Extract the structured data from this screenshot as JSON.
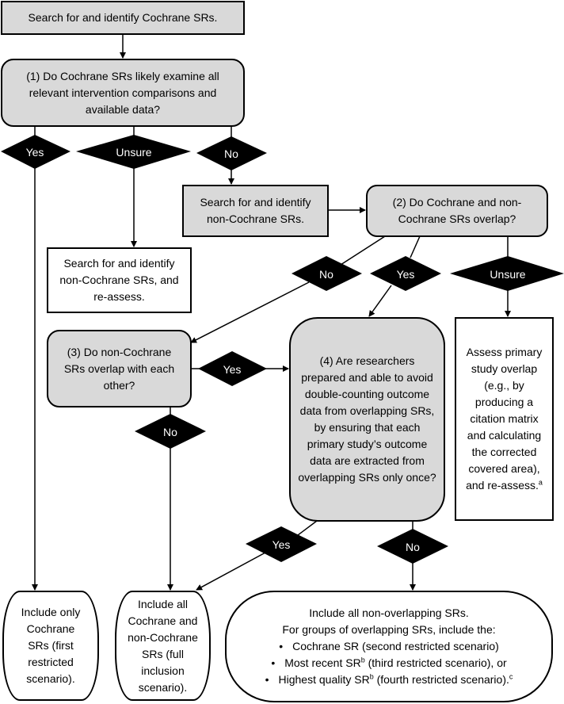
{
  "nodes": {
    "start": "Search for and identify Cochrane SRs.",
    "q1": "(1) Do Cochrane SRs likely examine all relevant intervention comparisons and available data?",
    "search_non_cochrane": "Search for and identify non-Cochrane SRs.",
    "search_reassess": "Search for and identify non-Cochrane SRs, and re-assess.",
    "q2": "(2) Do Cochrane and non-Cochrane SRs overlap?",
    "q3": "(3) Do non-Cochrane SRs overlap with each other?",
    "q4": "(4) Are researchers prepared and able to avoid double-counting outcome data from overlapping SRs, by ensuring that each primary study’s outcome data are extracted from overlapping SRs only once?",
    "assess": "Assess primary study overlap (e.g., by producing a citation matrix and calculating the corrected covered area), and re-assess.",
    "assess_sup": "a",
    "include_cochrane": "Include only Cochrane SRs (first restricted scenario).",
    "include_all": "Include all Cochrane and non-Cochrane SRs (full inclusion scenario).",
    "include_nonoverlap": {
      "line1": "Include all non-overlapping SRs.",
      "line2": "For groups of overlapping SRs, include the:",
      "bullets": [
        {
          "pre": "Cochrane SR (second restricted scenario)",
          "sup": "",
          "post": ""
        },
        {
          "pre": "Most recent SR",
          "sup": "b",
          "post": " (third restricted scenario), or"
        },
        {
          "pre": "Highest quality SR",
          "sup": "b",
          "post": " (fourth restricted scenario).",
          "sup2": "c"
        }
      ]
    }
  },
  "decisions": {
    "q1_yes": "Yes",
    "q1_unsure": "Unsure",
    "q1_no": "No",
    "q2_no": "No",
    "q2_yes": "Yes",
    "q2_unsure": "Unsure",
    "q3_yes": "Yes",
    "q3_no": "No",
    "q4_yes": "Yes",
    "q4_no": "No"
  },
  "colors": {
    "decision_box": "#d9d9d9",
    "diamond": "#000000"
  }
}
